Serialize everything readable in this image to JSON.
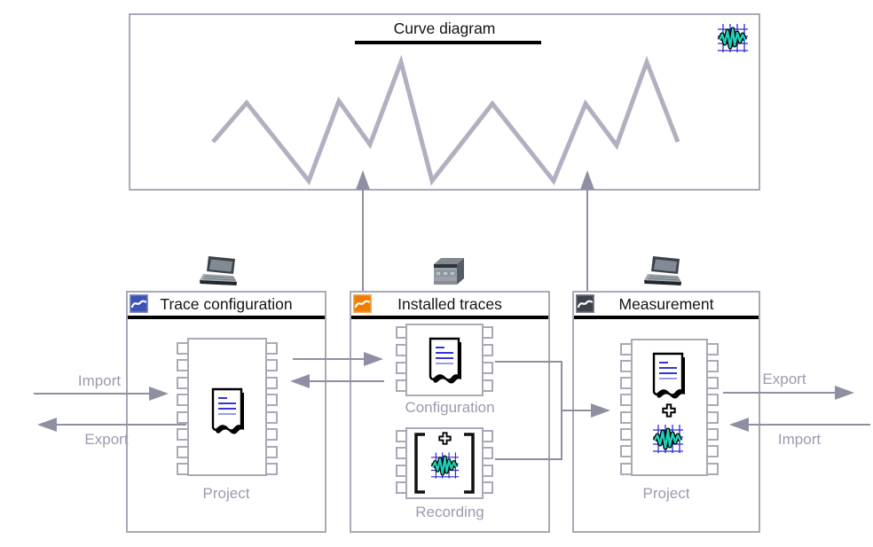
{
  "curve_panel": {
    "title": "Curve diagram",
    "corner_icon": "trace-waveform-icon"
  },
  "io": {
    "left": {
      "import": "Import",
      "export": "Export"
    },
    "right": {
      "export": "Export",
      "import": "Import"
    }
  },
  "sections": [
    {
      "title": "Trace configuration",
      "badge_color": "#3d52b2",
      "device": "laptop",
      "chips": [
        {
          "label": "Project"
        }
      ]
    },
    {
      "title": "Installed traces",
      "badge_color": "#ef7d00",
      "device": "plc",
      "chips": [
        {
          "label": "Configuration"
        },
        {
          "label": "Recording"
        }
      ]
    },
    {
      "title": "Measurement",
      "badge_color": "#3c434c",
      "device": "laptop",
      "chips": [
        {
          "label": "Project"
        }
      ]
    }
  ],
  "colors": {
    "box_border": "#a9a9b7",
    "curve_line": "#b0b0c0",
    "arrow": "#8f8fa3",
    "muted_label": "#9b9bb0",
    "header_bar": "#000000"
  }
}
